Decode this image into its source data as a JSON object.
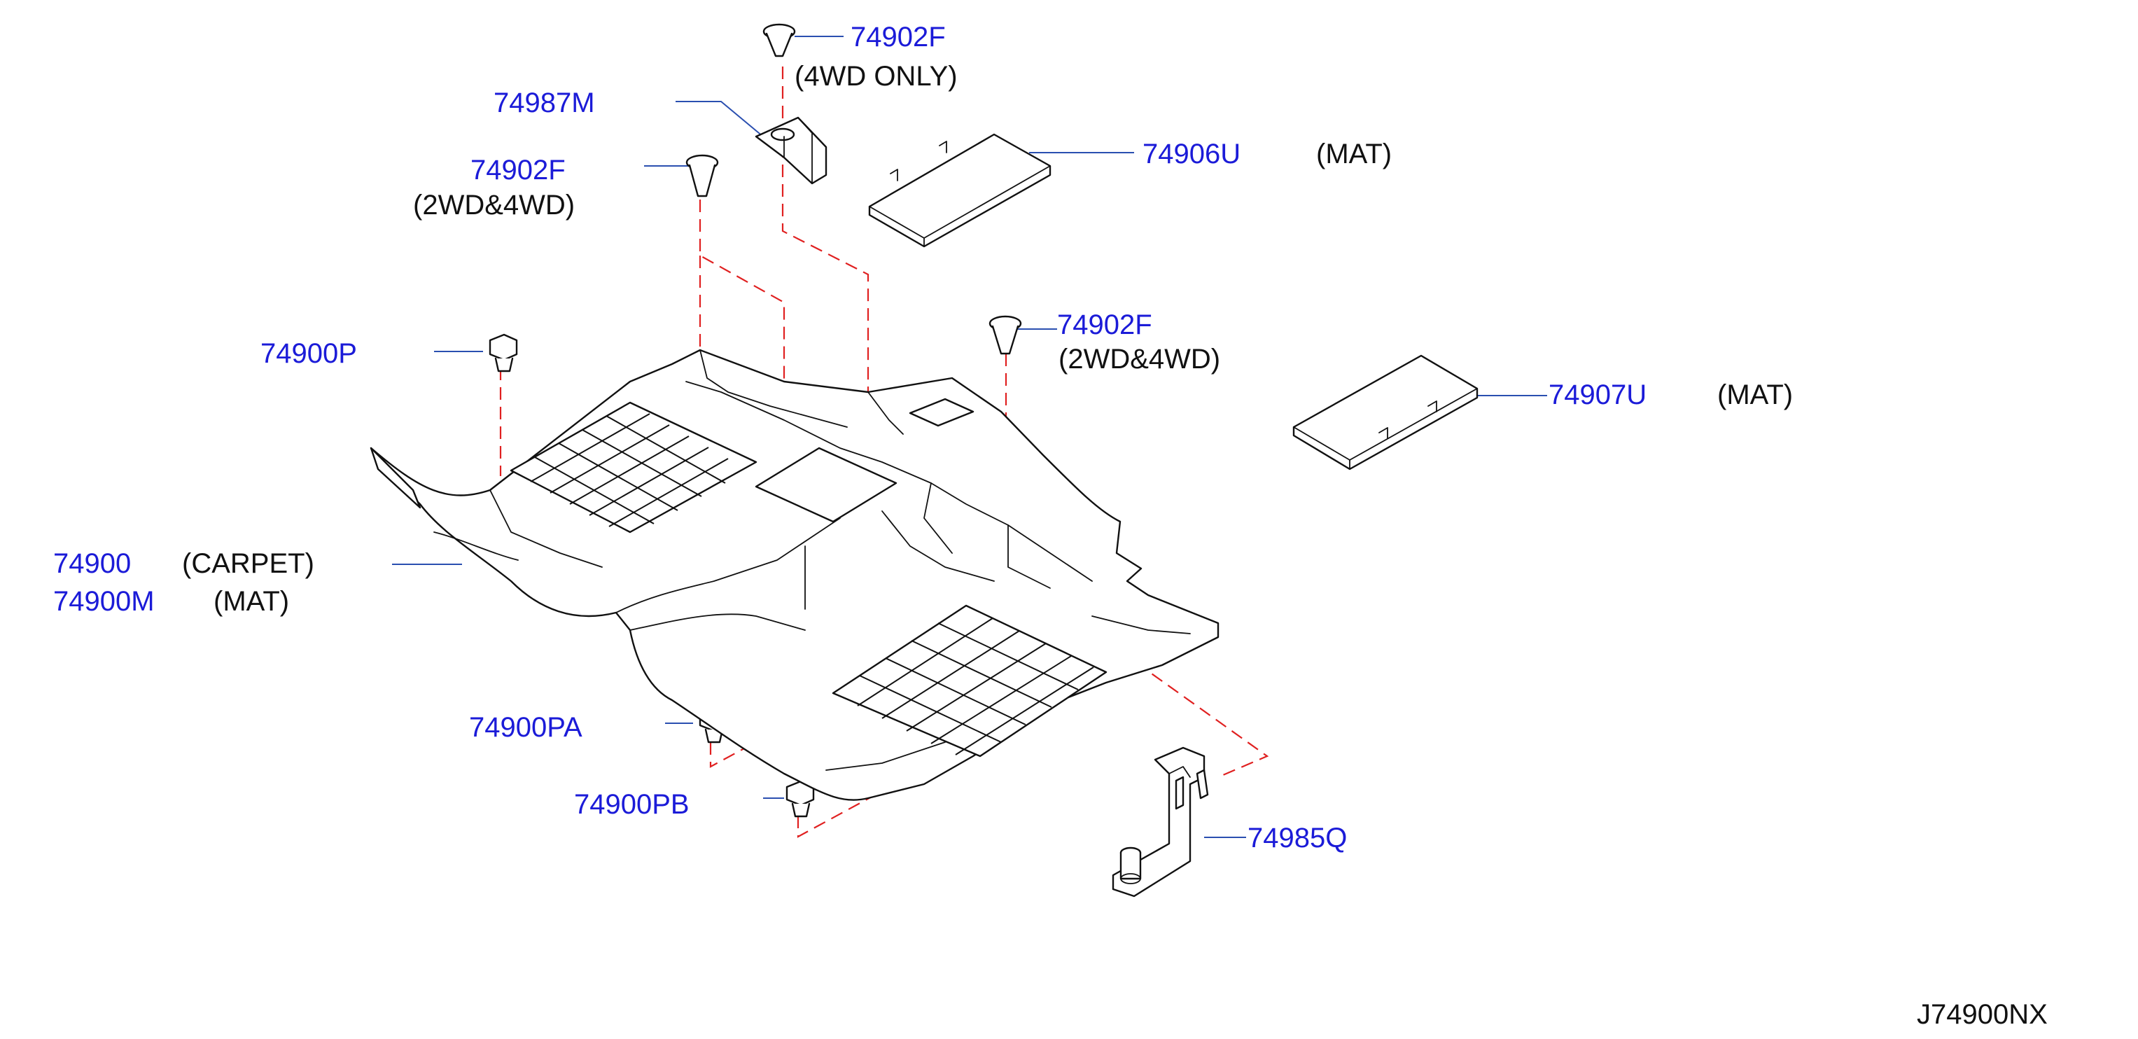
{
  "diagram": {
    "reference_code": "J74900NX",
    "colors": {
      "part_number": "#1b1bd8",
      "leader": "#2a4fb0",
      "phantom_line": "#e02020",
      "ink": "#111111"
    },
    "callouts": [
      {
        "id": "c1",
        "part": "74902F",
        "note": "(4WD   ONLY)"
      },
      {
        "id": "c2",
        "part": "74987M",
        "note": ""
      },
      {
        "id": "c3",
        "part": "74902F",
        "note": "(2WD&4WD)"
      },
      {
        "id": "c4",
        "part": "74906U",
        "note": "(MAT)"
      },
      {
        "id": "c5",
        "part": "74902F",
        "note": "(2WD&4WD)"
      },
      {
        "id": "c6",
        "part": "74900P",
        "note": ""
      },
      {
        "id": "c7",
        "part": "74907U",
        "note": "(MAT)"
      },
      {
        "id": "c8",
        "part": "74900",
        "note": "(CARPET)"
      },
      {
        "id": "c9",
        "part": "74900M",
        "note": "(MAT)"
      },
      {
        "id": "c10",
        "part": "74900PA",
        "note": ""
      },
      {
        "id": "c11",
        "part": "74900PB",
        "note": ""
      },
      {
        "id": "c12",
        "part": "74985Q",
        "note": ""
      }
    ]
  }
}
